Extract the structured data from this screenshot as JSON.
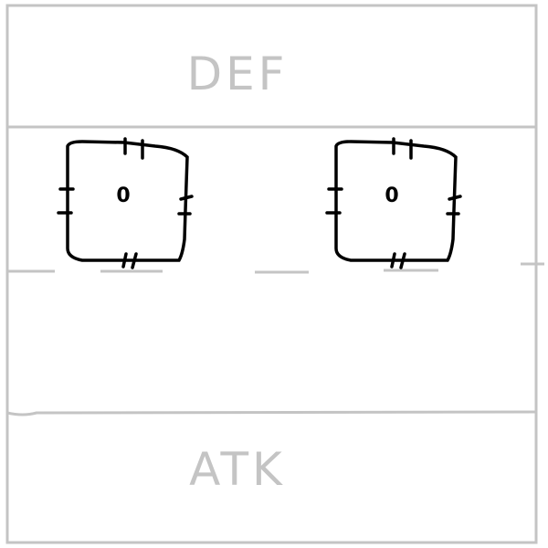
{
  "zones": {
    "defense_label": "DEF",
    "attack_label": "ATK"
  },
  "cards": [
    {
      "value": "0"
    },
    {
      "value": "0"
    }
  ],
  "colors": {
    "frame": "#c4c4c4",
    "card": "#000000"
  }
}
